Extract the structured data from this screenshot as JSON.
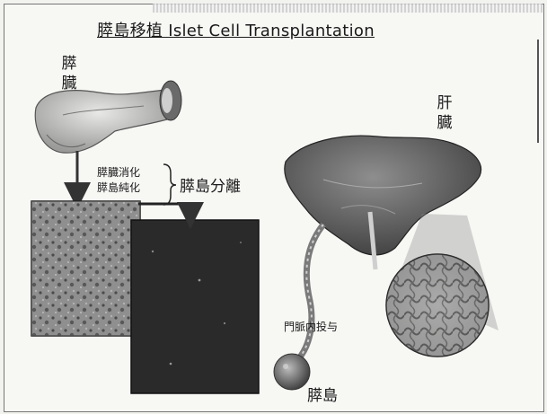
{
  "title": "膵島移植  Islet Cell Transplantation",
  "labels": {
    "pancreas": "膵臓",
    "liver": "肝臓",
    "digestion": "膵臓消化",
    "purification": "膵島純化",
    "islet_isolation": "膵島分離",
    "portal_vein_injection": "門脈内投与",
    "islets": "膵島"
  }
}
